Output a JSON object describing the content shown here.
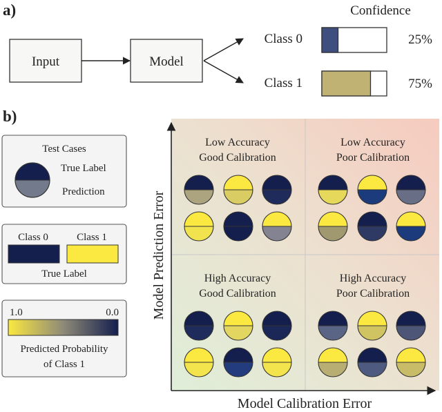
{
  "panel_a": {
    "label": "a)",
    "input_label": "Input",
    "model_label": "Model",
    "confidence_header": "Confidence",
    "outputs": [
      {
        "class_label": "Class 0",
        "confidence": 0.25,
        "confidence_text": "25%",
        "fill_color": "#3e4e7e"
      },
      {
        "class_label": "Class 1",
        "confidence": 0.75,
        "confidence_text": "75%",
        "fill_color": "#bfb272"
      }
    ]
  },
  "panel_b": {
    "label": "b)",
    "legend_test_cases": {
      "title": "Test Cases",
      "true_label_text": "True Label",
      "prediction_text": "Prediction",
      "sample_true_color": "#141f4e",
      "sample_pred_color": "#737a8c"
    },
    "legend_true_label": {
      "class0_label": "Class 0",
      "class1_label": "Class 1",
      "caption": "True Label",
      "class0_color": "#141f4e",
      "class1_color": "#fbe840"
    },
    "legend_probability": {
      "left_value": "1.0",
      "right_value": "0.0",
      "caption_line1": "Predicted Probability",
      "caption_line2": "of Class 1"
    },
    "x_axis_label": "Model Calibration Error",
    "y_axis_label": "Model Prediction Error",
    "quadrants": [
      {
        "id": "top-left",
        "line1": "Low Accuracy",
        "line2": "Good Calibration",
        "circles": [
          {
            "top": "#141f4e",
            "bottom": "#aca47f"
          },
          {
            "top": "#fbe840",
            "bottom": "#d8cc62"
          },
          {
            "top": "#141f4e",
            "bottom": "#1f2b5a"
          },
          {
            "top": "#fbe840",
            "bottom": "#f1e34e"
          },
          {
            "top": "#141f4e",
            "bottom": "#141f4e"
          },
          {
            "top": "#fbe840",
            "bottom": "#838391"
          }
        ]
      },
      {
        "id": "top-right",
        "line1": "Low Accuracy",
        "line2": "Poor Calibration",
        "circles": [
          {
            "top": "#141f4e",
            "bottom": "#e6d85a"
          },
          {
            "top": "#fbe840",
            "bottom": "#1c3b7c"
          },
          {
            "top": "#141f4e",
            "bottom": "#676e85"
          },
          {
            "top": "#fbe840",
            "bottom": "#a0986f"
          },
          {
            "top": "#141f4e",
            "bottom": "#2e3a64"
          },
          {
            "top": "#fbe840",
            "bottom": "#1c3b7c"
          }
        ]
      },
      {
        "id": "bottom-left",
        "line1": "High Accuracy",
        "line2": "Good Calibration",
        "circles": [
          {
            "top": "#141f4e",
            "bottom": "#1f2b5a"
          },
          {
            "top": "#fbe840",
            "bottom": "#e2d660"
          },
          {
            "top": "#141f4e",
            "bottom": "#1b2756"
          },
          {
            "top": "#fbe840",
            "bottom": "#f3e44e"
          },
          {
            "top": "#141f4e",
            "bottom": "#233c7e"
          },
          {
            "top": "#fbe840",
            "bottom": "#f3e44e"
          }
        ]
      },
      {
        "id": "bottom-right",
        "line1": "High Accuracy",
        "line2": "Poor Calibration",
        "circles": [
          {
            "top": "#141f4e",
            "bottom": "#5a6484"
          },
          {
            "top": "#fbe840",
            "bottom": "#d0c462"
          },
          {
            "top": "#141f4e",
            "bottom": "#4d5676"
          },
          {
            "top": "#fbe840",
            "bottom": "#b8ad72"
          },
          {
            "top": "#141f4e",
            "bottom": "#4e5a80"
          },
          {
            "top": "#fbe840",
            "bottom": "#c8bc68"
          }
        ]
      }
    ]
  }
}
